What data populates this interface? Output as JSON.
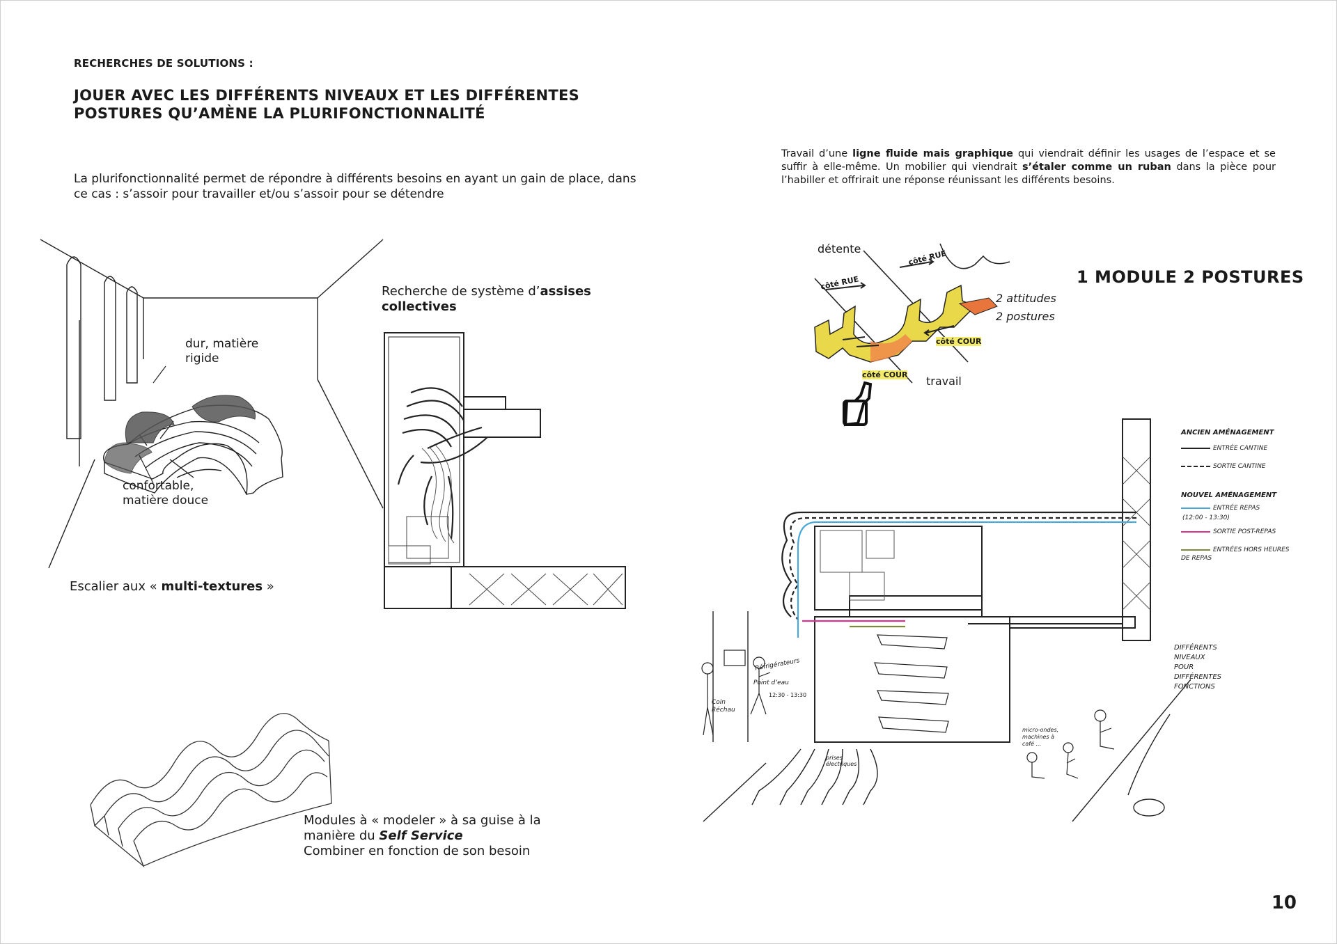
{
  "header": {
    "kicker": "RECHERCHES DE SOLUTIONS :",
    "title": "JOUER AVEC LES DIFFÉRENTS NIVEAUX ET LES DIFFÉRENTES POSTURES QU’AMÈNE LA PLURIFONCTIONNALITÉ",
    "intro": "La plurifonctionnalité permet de répondre à différents besoins en ayant un gain de place, dans ce cas : s’assoir pour travailler et/ou s’assoir pour se détendre"
  },
  "right_text": {
    "p1": "Travail d’une ",
    "b1": "ligne fluide mais graphique",
    "p2": " qui viendrait définir les usages de l’espace et se suffir à elle-même. Un mobilier qui viendrait ",
    "b2": "s’étaler comme un ruban",
    "p3": " dans la pièce pour l’habiller et offrirait une réponse réunissant les différents besoins."
  },
  "stair_sketch": {
    "label_hard_1": "dur, matière",
    "label_hard_2": "rigide",
    "label_soft_1": "confortable,",
    "label_soft_2": "matière douce",
    "caption_pre": "Escalier aux « ",
    "caption_bold": "multi-textures",
    "caption_post": " »"
  },
  "collective": {
    "caption_pre": "Recherche de système d’",
    "caption_bold1": "assises",
    "caption_bold2": "collectives"
  },
  "modules": {
    "line1": "Modules à « modeler » à sa guise à la",
    "line2_pre": "manière du ",
    "line2_bold": "Self Service",
    "line3": "Combiner en fonction de son besoin"
  },
  "ribbon": {
    "label_detente": "détente",
    "label_travail": "travail",
    "cote_rue_1": "côté RUE",
    "cote_rue_2": "côté RUE",
    "cote_cour_1": "côté COUR",
    "cote_cour_2": "côté COUR",
    "attitudes": "2 attitudes",
    "postures": "2 postures",
    "module_title": "1 MODULE 2 POSTURES"
  },
  "legend": {
    "old_title": "ANCIEN AMÉNAGEMENT",
    "old_in": "ENTRÉE CANTINE",
    "old_out": "SORTIE CANTINE",
    "new_title": "NOUVEL AMÉNAGEMENT",
    "new_in": "ENTRÉE REPAS",
    "new_in_hours": "(12:00 - 13:30)",
    "new_out": "SORTIE POST-REPAS",
    "new_off_1": "ENTRÉES HORS HEURES",
    "new_off_2": "DE REPAS",
    "colors": {
      "in": "#4aa8d8",
      "out": "#d9348a",
      "off": "#7a8a3a"
    }
  },
  "plan_notes": {
    "refrig": "Réfrigérateurs",
    "water": "Point d’eau",
    "corner_1": "Coin",
    "corner_2": "Réchau",
    "hours": "12:30 - 13:30",
    "micro_1": "micro-ondes,",
    "micro_2": "machines à",
    "micro_3": "café ...",
    "plugs_1": "prises",
    "plugs_2": "électriques",
    "levels_1": "DIFFÉRENTS",
    "levels_2": "NIVEAUX",
    "levels_3": "POUR",
    "levels_4": "DIFFÉRENTES",
    "levels_5": "FONCTIONS"
  },
  "page_number": "10"
}
